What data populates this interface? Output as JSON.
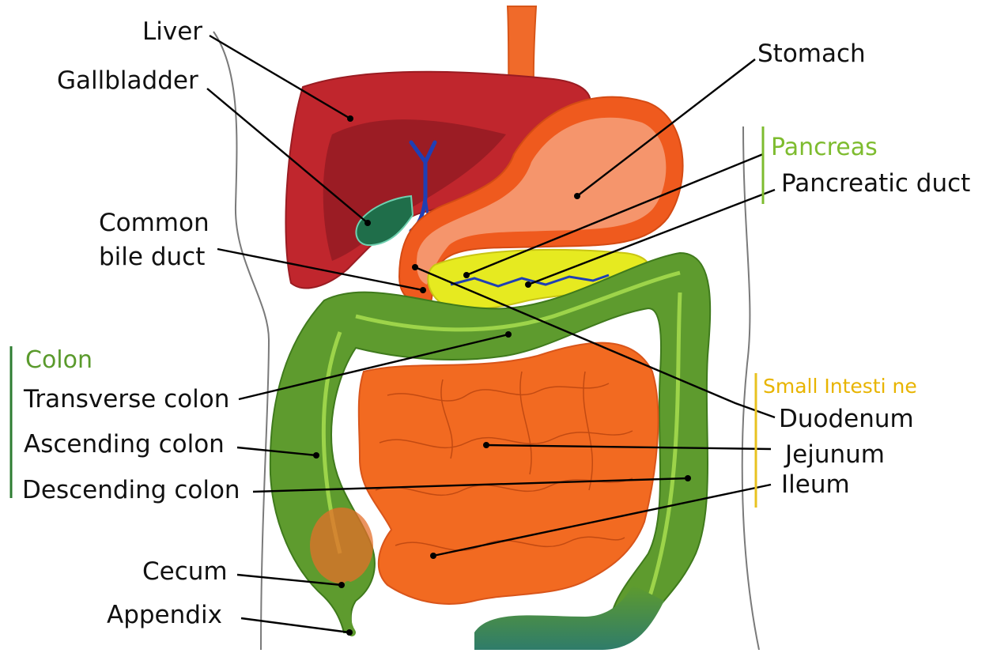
{
  "labels": {
    "liver": "Liver",
    "gallbladder": "Gallbladder",
    "stomach": "Stomach",
    "pancreas": "Pancreas",
    "pancreatic_duct": "Pancreatic duct",
    "common_bile_duct_line1": "Common",
    "common_bile_duct_line2": "bile duct",
    "colon": "Colon",
    "transverse_colon": "Transverse colon",
    "ascending_colon": "Ascending colon",
    "descending_colon": "Descending colon",
    "cecum": "Cecum",
    "appendix": "Appendix",
    "small_intestine": "Small Intesti ne",
    "duodenum": "Duodenum",
    "jejunum": "Jejunum",
    "ileum": "Ileum"
  },
  "colors": {
    "liver": "#c0262d",
    "liver_shadow": "#8f1a21",
    "gallbladder": "#1f6e4a",
    "bile_duct": "#1f3fb5",
    "stomach_outer": "#ef5a1e",
    "stomach_inner": "#f5956c",
    "esophagus": "#f06a2a",
    "pancreas": "#e6ea20",
    "colon": "#5e9b2e",
    "colon_band": "#9dd44a",
    "small_intestine": "#f26a21",
    "cecum": "#e46f2a",
    "descending_tail": "#2f7c6a",
    "group_colon": "#5a9a2c",
    "group_pancreas": "#7ebc2f",
    "group_small_intestine": "#e8b400",
    "body_outline": "#777777"
  }
}
